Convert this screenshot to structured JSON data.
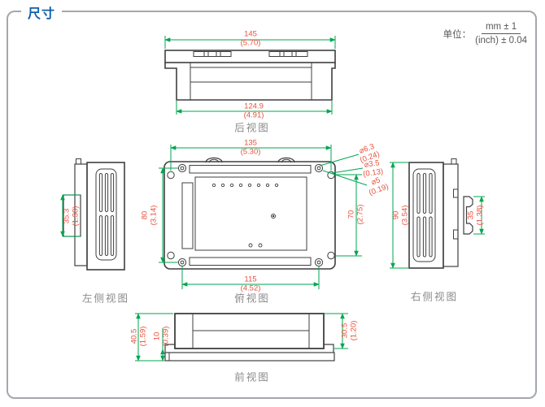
{
  "title": "尺寸",
  "unit": {
    "prefix": "单位：",
    "metric": "mm ± 1",
    "imperial": "(inch) ± 0.04"
  },
  "views": {
    "rear": {
      "label": "后视图",
      "dim_width_outer": {
        "mm": "145",
        "inch": "(5.70)"
      },
      "dim_width_inner": {
        "mm": "124.9",
        "inch": "(4.91)"
      }
    },
    "top": {
      "label": "俯视图",
      "dim_width_outer": {
        "mm": "135",
        "inch": "(5.30)"
      },
      "dim_width_inner": {
        "mm": "115",
        "inch": "(4.52)"
      },
      "dim_height_left": {
        "mm": "80",
        "inch": "(3.14)"
      },
      "dim_height_right": {
        "mm": "70",
        "inch": "(2.75)"
      },
      "hole_callouts": [
        {
          "mm": "⌀6.3",
          "inch": "(0.24)"
        },
        {
          "mm": "⌀3.5",
          "inch": "(0.13)"
        },
        {
          "mm": "⌀5",
          "inch": "(0.19)"
        }
      ]
    },
    "left": {
      "label": "左侧视图",
      "dim_connector": {
        "mm": "35.3",
        "inch": "(1.38)"
      }
    },
    "right": {
      "label": "右侧视图",
      "dim_height": {
        "mm": "90",
        "inch": "(3.54)"
      },
      "dim_clip": {
        "mm": "35",
        "inch": "(1.38)"
      }
    },
    "front": {
      "label": "前视图",
      "dim_height_total": {
        "mm": "40.5",
        "inch": "(1.59)"
      },
      "dim_base": {
        "mm": "10",
        "inch": "(0.39)"
      },
      "dim_height_right": {
        "mm": "30.5",
        "inch": "(1.20)"
      }
    }
  },
  "colors": {
    "dimension_line": "#00a651",
    "dimension_text": "#e8503c",
    "outline": "#3f3f3f",
    "view_label": "#8c8c8c",
    "title": "#1060ae",
    "border": "#a3a8ad"
  }
}
